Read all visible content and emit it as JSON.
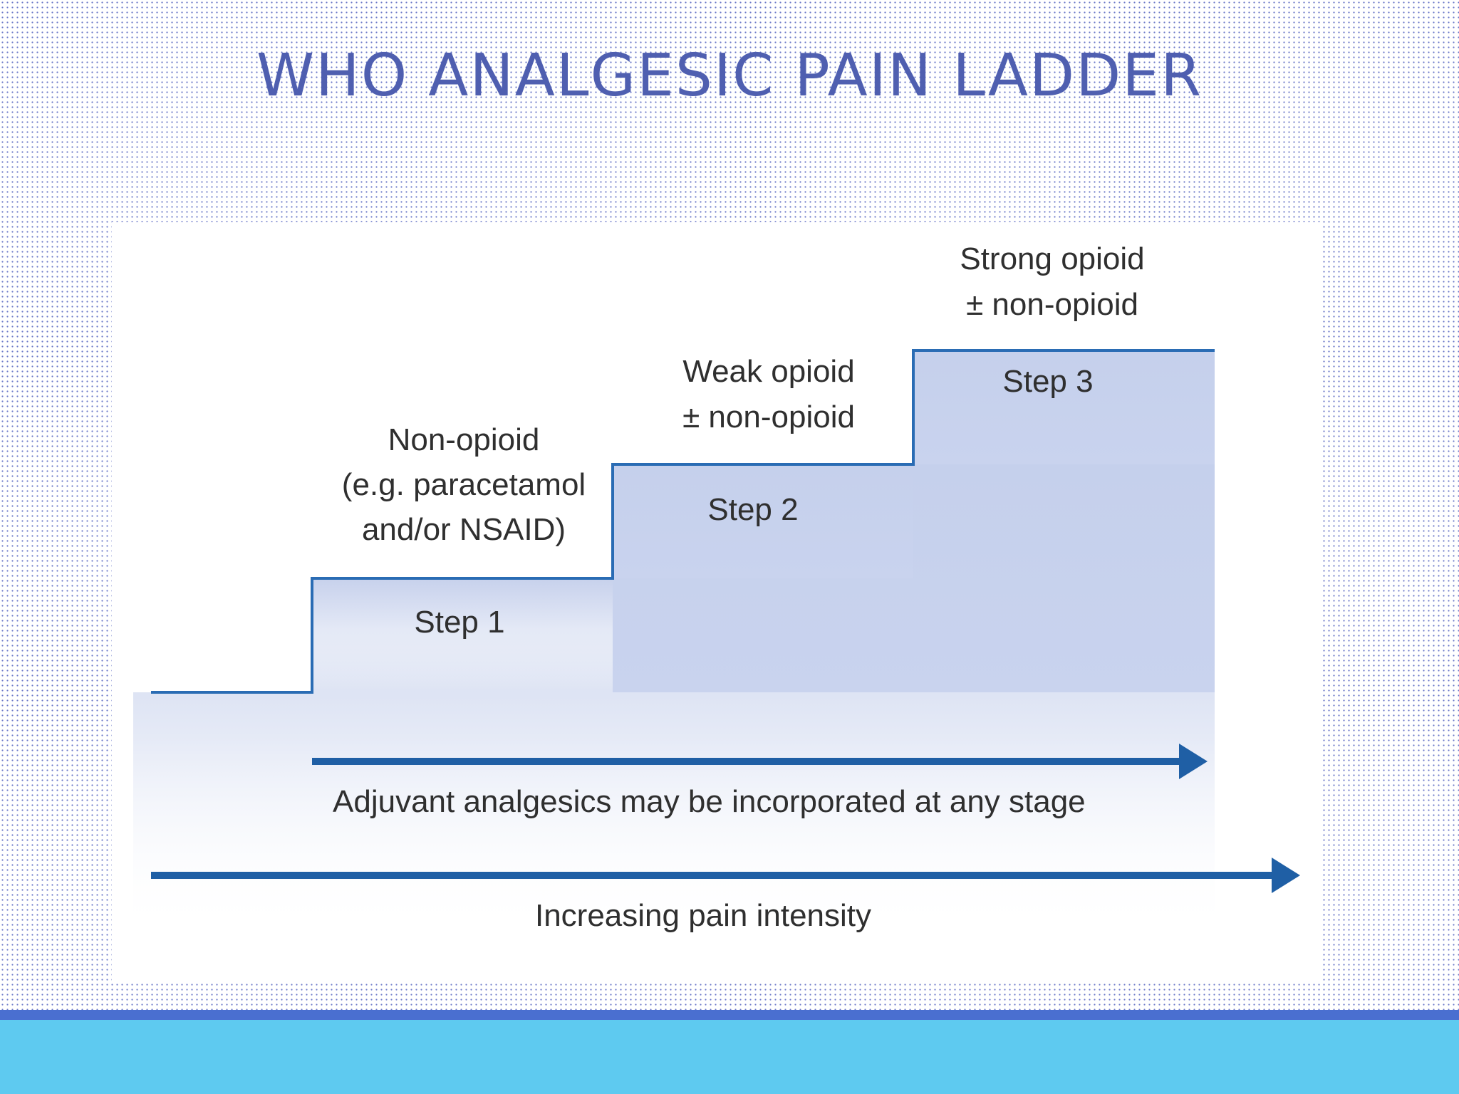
{
  "title": "WHO ANALGESIC PAIN LADDER",
  "steps": [
    {
      "label": "Step 1",
      "description": [
        "Non-opioid",
        "(e.g. paracetamol",
        "and/or NSAID)"
      ]
    },
    {
      "label": "Step 2",
      "description": [
        "Weak opioid",
        "± non-opioid"
      ]
    },
    {
      "label": "Step 3",
      "description": [
        "Strong opioid",
        "± non-opioid"
      ]
    }
  ],
  "adjuvant_text": "Adjuvant analgesics may be incorporated at any stage",
  "pain_axis_text": "Increasing pain intensity",
  "colors": {
    "title": "#4f5fb0",
    "stair_line": "#2a6cb4",
    "arrow": "#1f5fa5",
    "fill_top": "#c5d0ec",
    "footer_line": "#4a6fd0",
    "footer_bar": "#5ecaf0"
  }
}
